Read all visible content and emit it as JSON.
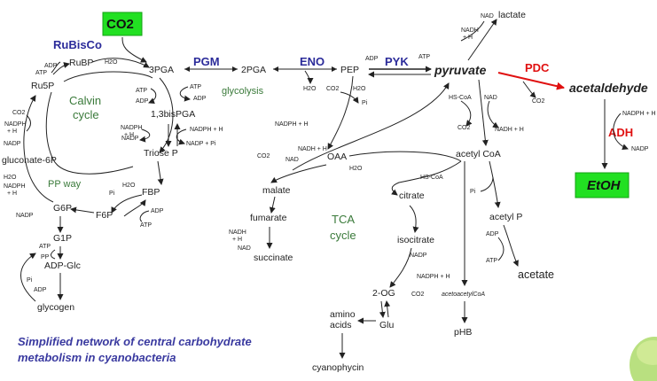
{
  "caption": {
    "line1": "Simplified network of central carbohydrate",
    "line2": "metabolism in cyanobacteria"
  },
  "highlights": {
    "co2": "CO2",
    "etoh": "EtOH"
  },
  "pathway_labels": {
    "calvin_line1": "Calvin",
    "calvin_line2": "cycle",
    "glycolysis": "glycolysis",
    "pp_way": "PP way",
    "tca_line1": "TCA",
    "tca_line2": "cycle"
  },
  "enzymes": {
    "rubisco": "RuBisCo",
    "pgm": "PGM",
    "eno": "ENO",
    "pyk": "PYK",
    "pdc": "PDC",
    "adh": "ADH"
  },
  "metabolites": {
    "rubp": "RuBP",
    "ru5p": "Ru5P",
    "pga3": "3PGA",
    "pga2": "2PGA",
    "pep": "PEP",
    "pyruvate": "pyruvate",
    "lactate": "lactate",
    "acetaldehyde": "acetaldehyde",
    "bispga": "1,3bisPGA",
    "triosep": "Triose P",
    "fbp": "FBP",
    "f6p": "F6P",
    "g6p": "G6P",
    "g1p": "G1P",
    "adpglc": "ADP-Glc",
    "glycogen": "glycogen",
    "gluconate6p": "gluconate-6P",
    "acetylcoa": "acetyl CoA",
    "acetylp": "acetyl P",
    "acetate": "acetate",
    "acetoacetylcoa": "acetoacetylCoA",
    "phb": "pHB",
    "oaa": "OAA",
    "malate": "malate",
    "fumarate": "fumarate",
    "succinate": "succinate",
    "citrate": "citrate",
    "isocitrate": "isocitrate",
    "og2": "2-OG",
    "glu": "Glu",
    "aminoacids_line1": "amino",
    "aminoacids_line2": "acids",
    "cyanophycin": "cyanophycin"
  },
  "cofactors": {
    "adp": "ADP",
    "atp": "ATP",
    "h2o": "H2O",
    "co2": "CO2",
    "nadph_h": "NADPH",
    "plus_h": "+ H",
    "nadp": "NADP",
    "nadph_h_inline": "NADPH + H",
    "nadp_pi": "NADP + Pi",
    "nad": "NAD",
    "nadh": "NADH",
    "plus_h_short": "+ H",
    "nadh_h_inline": "NADH + H",
    "nad_plus": "NAD",
    "pi": "Pi",
    "pp": "PP",
    "hscoa": "HS-CoA",
    "coa": "CoA"
  }
}
